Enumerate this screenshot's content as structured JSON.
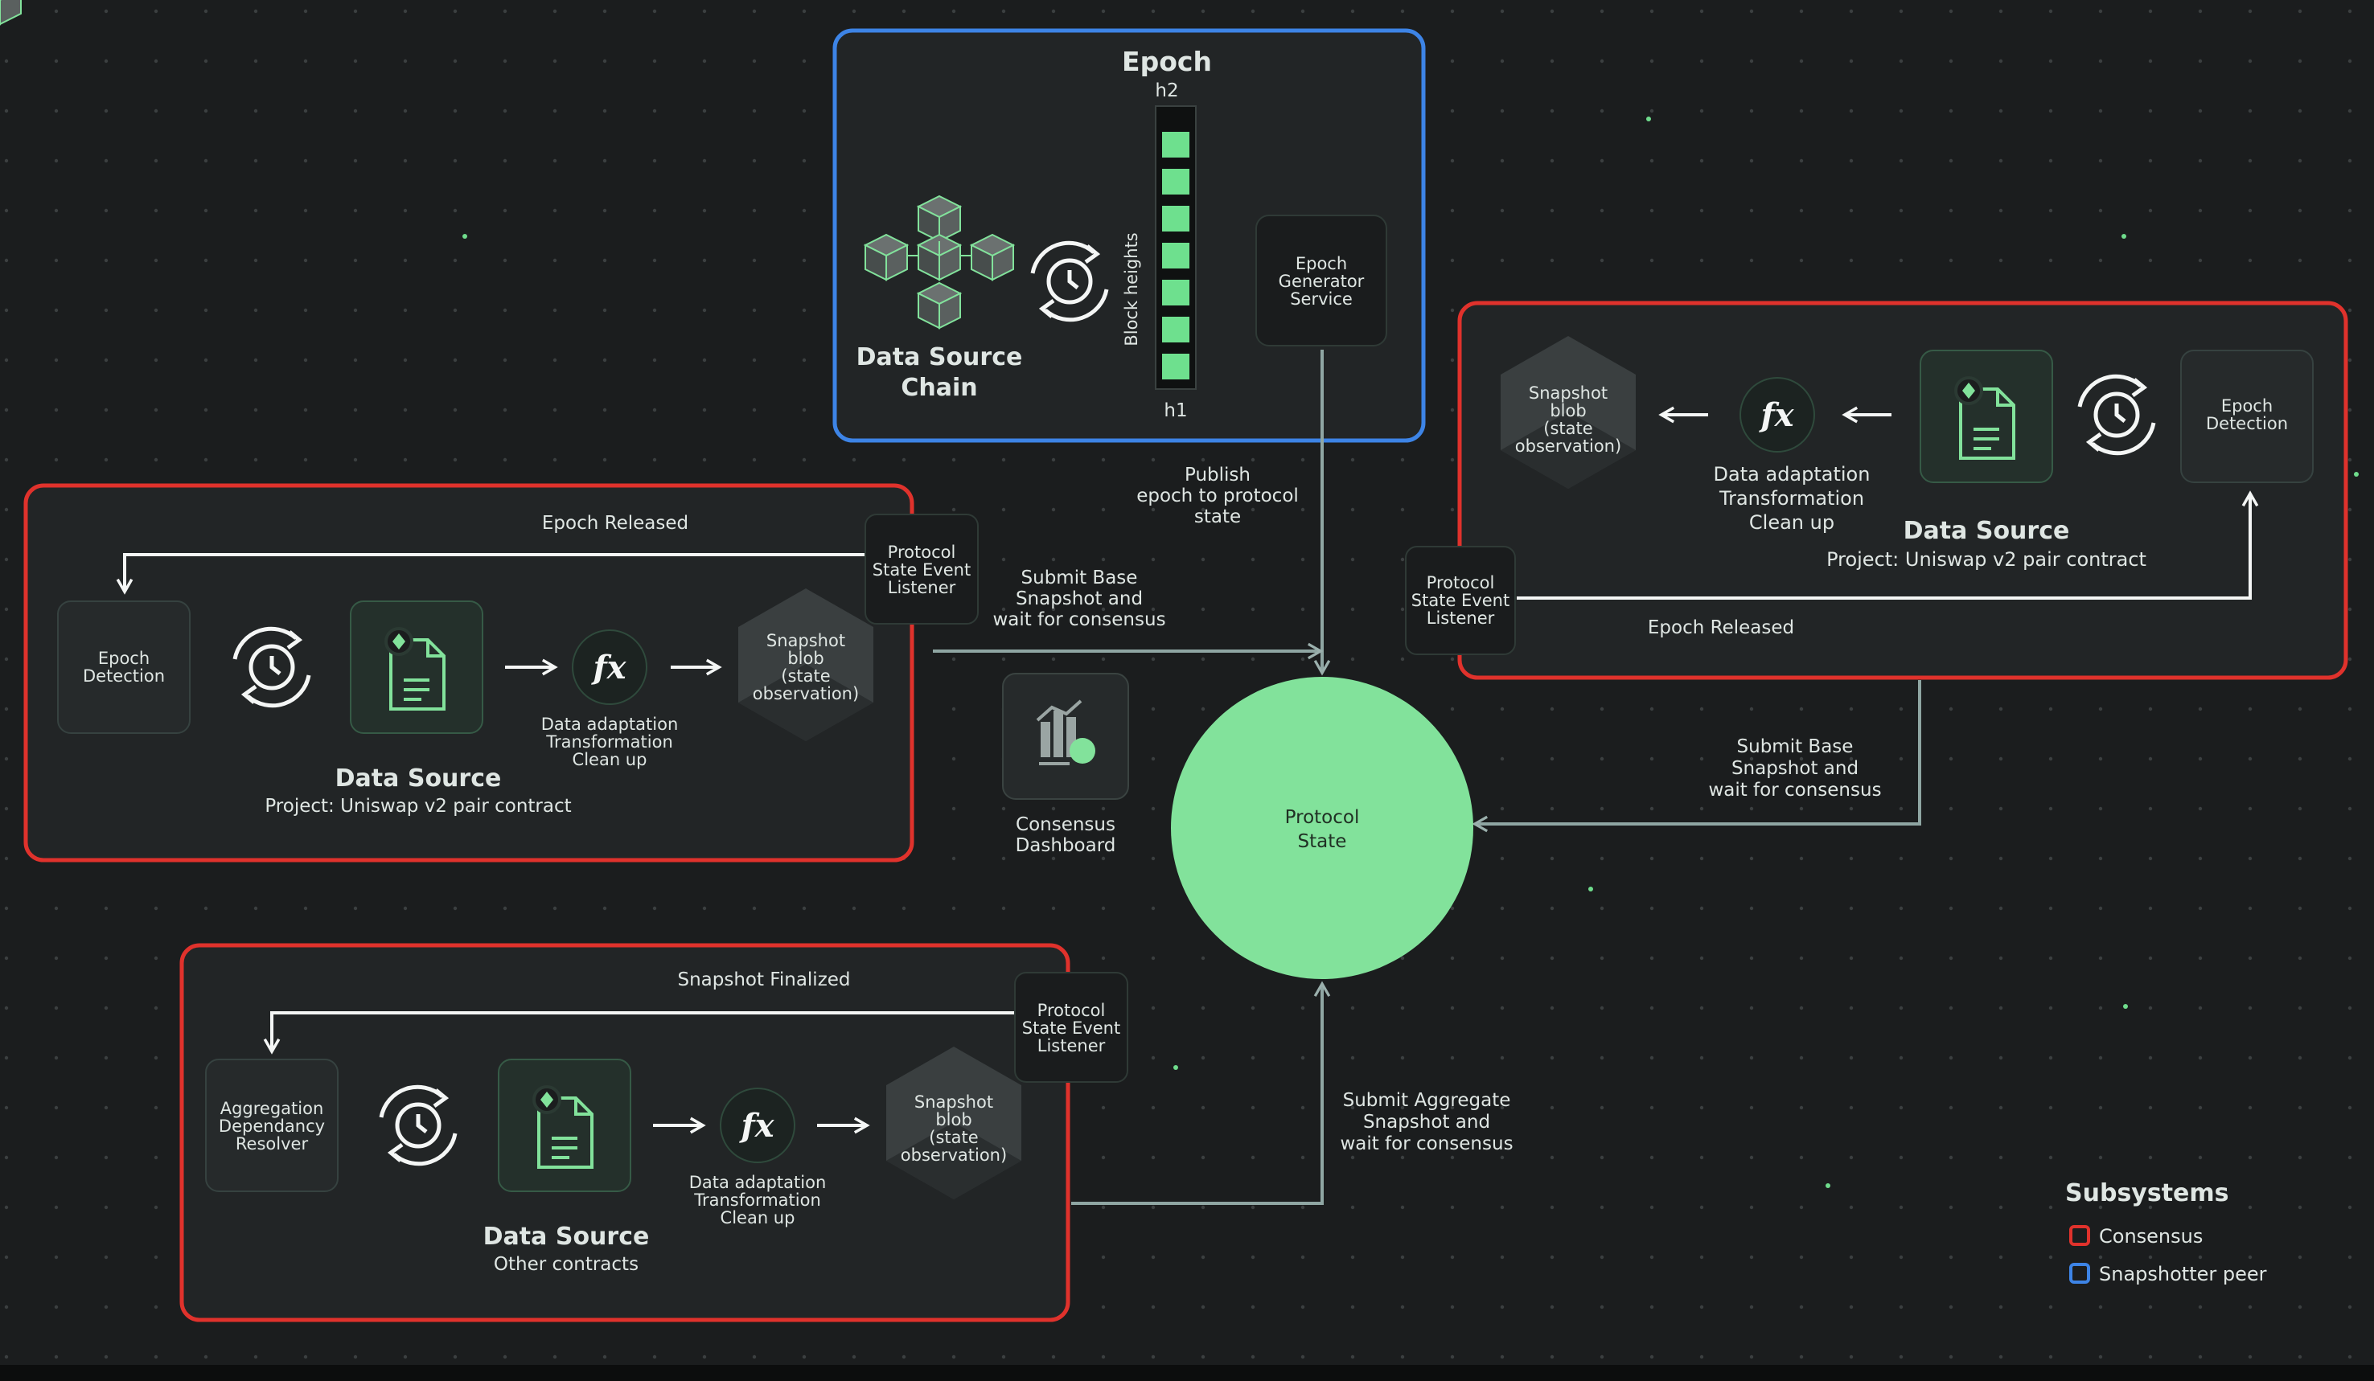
{
  "epoch": {
    "title": "Epoch",
    "h2": "h2",
    "h1": "h1",
    "block_heights": "Block heights",
    "chain_label": [
      "Data Source",
      "Chain"
    ],
    "generator": [
      "Epoch",
      "Generator",
      "Service"
    ]
  },
  "publish_note": [
    "Publish",
    "epoch to protocol",
    "state"
  ],
  "protocol_state": [
    "Protocol",
    "State"
  ],
  "dashboard": [
    "Consensus",
    "Dashboard"
  ],
  "panel_left": {
    "event_label": "Epoch Released",
    "listener": [
      "Protocol",
      "State Event",
      "Listener"
    ],
    "detector": [
      "Epoch",
      "Detection"
    ],
    "transform": [
      "Data adaptation",
      "Transformation",
      "Clean up"
    ],
    "snapshot": [
      "Snapshot",
      "blob",
      "(state",
      "observation)"
    ],
    "source_title": "Data Source",
    "source_sub": "Project: Uniswap v2 pair contract",
    "submit_note": [
      "Submit Base",
      "Snapshot and",
      "wait for consensus"
    ]
  },
  "panel_right": {
    "event_label": "Epoch Released",
    "listener": [
      "Protocol",
      "State Event",
      "Listener"
    ],
    "detector": [
      "Epoch",
      "Detection"
    ],
    "transform": [
      "Data adaptation",
      "Transformation",
      "Clean up"
    ],
    "snapshot": [
      "Snapshot",
      "blob",
      "(state",
      "observation)"
    ],
    "source_title": "Data Source",
    "source_sub": "Project: Uniswap v2 pair contract",
    "submit_note": [
      "Submit Base",
      "Snapshot and",
      "wait for consensus"
    ]
  },
  "panel_bottom": {
    "event_label": "Snapshot Finalized",
    "listener": [
      "Protocol",
      "State Event",
      "Listener"
    ],
    "detector": [
      "Aggregation",
      "Dependancy",
      "Resolver"
    ],
    "transform": [
      "Data adaptation",
      "Transformation",
      "Clean up"
    ],
    "snapshot": [
      "Snapshot",
      "blob",
      "(state",
      "observation)"
    ],
    "source_title": "Data Source",
    "source_sub": "Other contracts",
    "submit_note": [
      "Submit Aggregate",
      "Snapshot and",
      "wait for consensus"
    ]
  },
  "legend": {
    "title": "Subsystems",
    "items": [
      {
        "label": "Consensus",
        "color": "#e0322c"
      },
      {
        "label": "Snapshotter peer",
        "color": "#3d84e6"
      }
    ]
  },
  "colors": {
    "background": "#1b1d1e",
    "panel": "#222526",
    "accent_green": "#82e29b",
    "consensus_red": "#e0322c",
    "snapshotter_blue": "#3d84e6",
    "connector": "#8fa6a3"
  },
  "icons": [
    "cube-cluster-icon",
    "refresh-clock-icon",
    "document-icon",
    "fx-icon",
    "dashboard-chart-icon",
    "arrow-right-icon",
    "arrow-left-icon"
  ]
}
